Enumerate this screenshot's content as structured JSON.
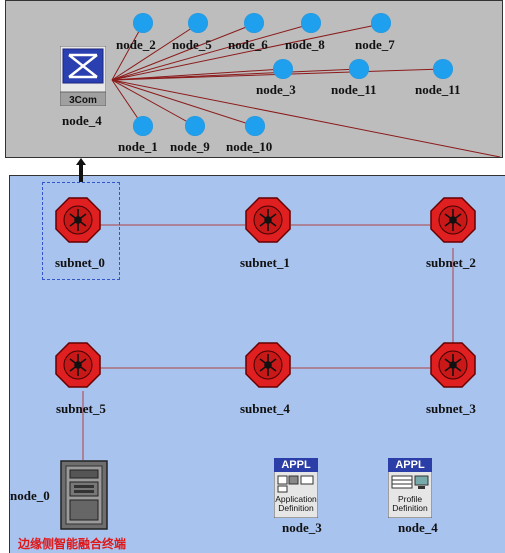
{
  "top_panel": {
    "switch": {
      "brand": "3Com",
      "label": "node_4"
    },
    "nodes": [
      {
        "label": "node_2"
      },
      {
        "label": "node_5"
      },
      {
        "label": "node_6"
      },
      {
        "label": "node_8"
      },
      {
        "label": "node_7"
      },
      {
        "label": "node_3"
      },
      {
        "label": "node_11"
      },
      {
        "label": "node_11"
      },
      {
        "label": "node_1"
      },
      {
        "label": "node_9"
      },
      {
        "label": "node_10"
      }
    ]
  },
  "subnets": [
    {
      "label": "subnet_0"
    },
    {
      "label": "subnet_1"
    },
    {
      "label": "subnet_2"
    },
    {
      "label": "subnet_5"
    },
    {
      "label": "subnet_4"
    },
    {
      "label": "subnet_3"
    }
  ],
  "server": {
    "label": "node_0",
    "caption": "边缘侧智能融合终端"
  },
  "app_def": {
    "header": "APPL",
    "title": "Application Definition",
    "label": "node_3"
  },
  "profile_def": {
    "header": "APPL",
    "title": "Profile Definition",
    "label": "node_4"
  },
  "colors": {
    "link_top": "#8b1a1a",
    "link_bottom": "#b04040",
    "node_dot": "#1ea0ee",
    "router": "#e02020",
    "background_top": "#bdbdbd",
    "background_bottom": "#a9c3ef"
  }
}
